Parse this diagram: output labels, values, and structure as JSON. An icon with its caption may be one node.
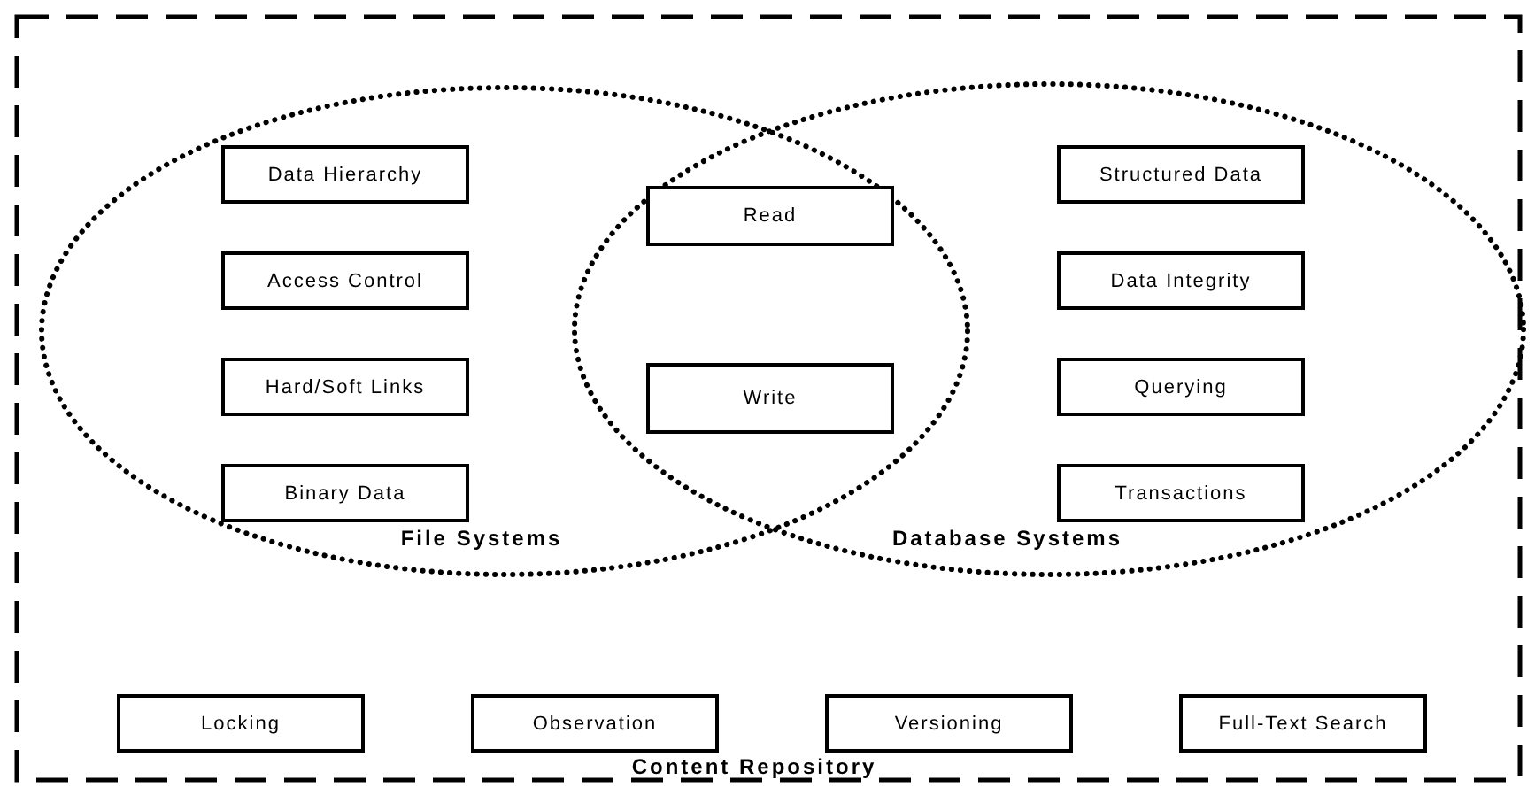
{
  "diagram": {
    "nodes": [
      {
        "text": [
          "Content Repository"
        ]
      },
      {
        "text": [
          "File Systems"
        ],
        "in": 0
      },
      {
        "text": [
          "Database Systems"
        ],
        "in": 0
      },
      {
        "text": [
          "Data Hierarchy"
        ],
        "in": 1
      },
      {
        "text": [
          "Access Control"
        ],
        "in": 1
      },
      {
        "text": [
          "Hard/Soft Links"
        ],
        "in": 1
      },
      {
        "text": [
          "Binary Data"
        ],
        "in": 1
      },
      {
        "text": [
          "Read"
        ]
      },
      {
        "text": [
          "Write"
        ]
      },
      {
        "text": [
          "Structured Data"
        ],
        "in": 2
      },
      {
        "text": [
          "Data Integrity"
        ],
        "in": 2
      },
      {
        "text": [
          "Querying"
        ],
        "in": 2
      },
      {
        "text": [
          "Transactions"
        ],
        "in": 2
      },
      {
        "text": [
          "Locking"
        ],
        "in": 0
      },
      {
        "text": [
          "Observation"
        ],
        "in": 0
      },
      {
        "text": [
          "Versioning"
        ],
        "in": 0
      },
      {
        "text": [
          "Full-Text Search"
        ],
        "in": 0
      }
    ],
    "edges": []
  }
}
